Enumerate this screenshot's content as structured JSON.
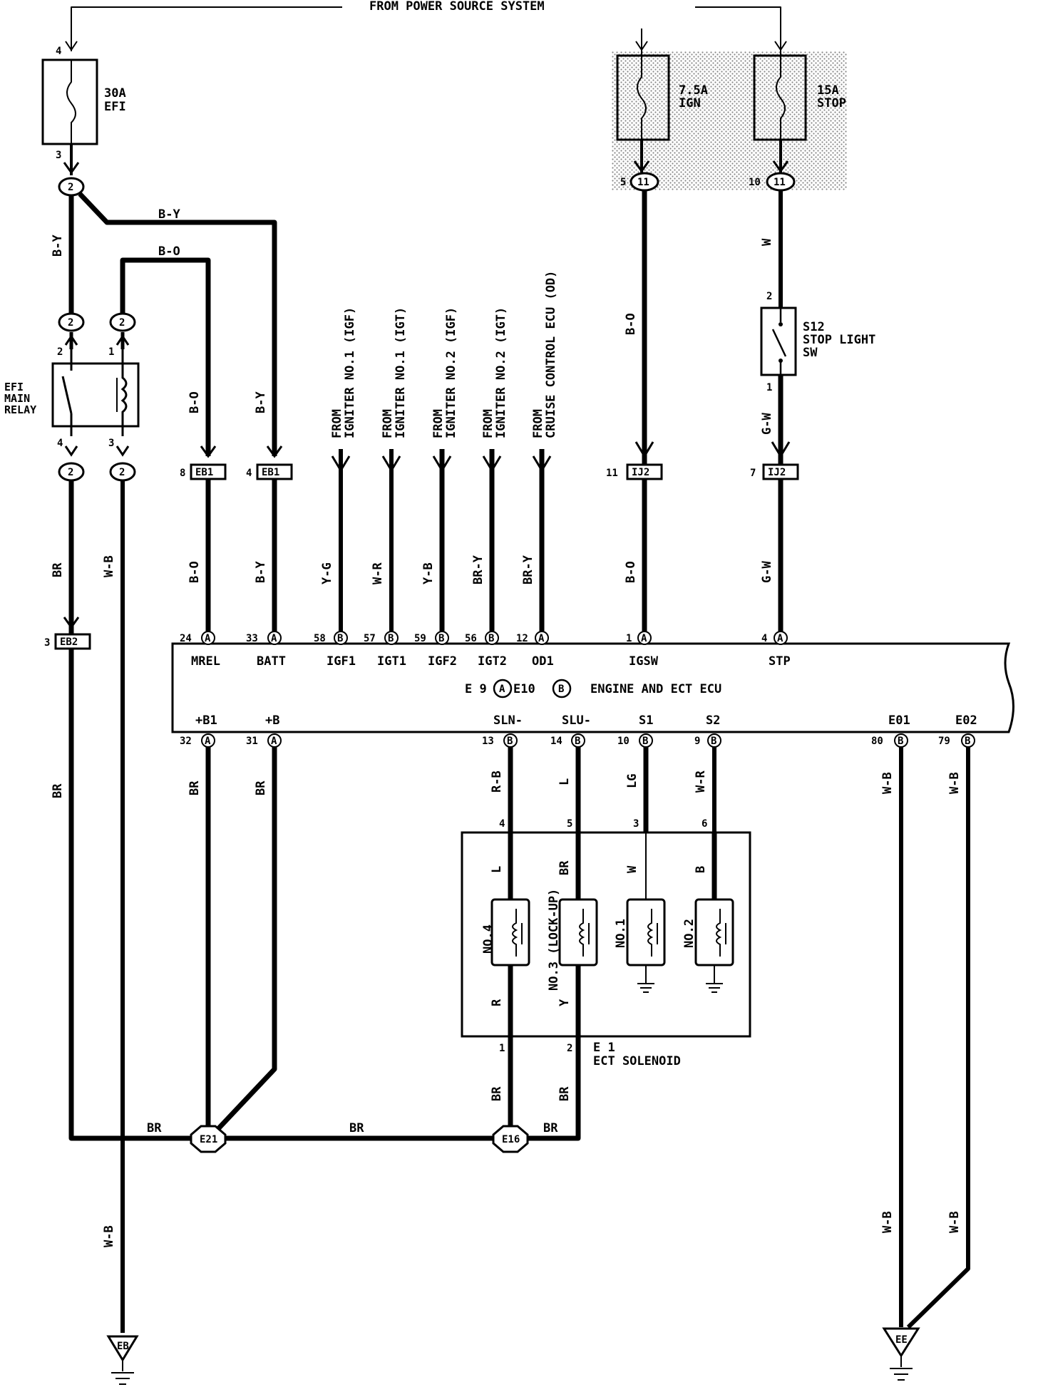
{
  "power_source": "FROM POWER SOURCE SYSTEM",
  "fuses": {
    "efi": {
      "rating": "30A",
      "name": "EFI",
      "pin_in": "4",
      "pin_out": "3"
    },
    "ign": {
      "rating": "7.5A",
      "name": "IGN"
    },
    "stop": {
      "rating": "15A",
      "name": "STOP"
    }
  },
  "connectors": {
    "jb2": "2",
    "ign_out": {
      "pin": "5",
      "conn": "11"
    },
    "stop_out": {
      "pin": "10",
      "conn": "11"
    },
    "eb1_a": {
      "pin": "8",
      "name": "EB1"
    },
    "eb1_b": {
      "pin": "4",
      "name": "EB1"
    },
    "eb2": {
      "pin": "3",
      "name": "EB2"
    },
    "ij2_a": {
      "pin": "11",
      "name": "IJ2"
    },
    "ij2_b": {
      "pin": "7",
      "name": "IJ2"
    }
  },
  "relay": {
    "name_line1": "EFI",
    "name_line2": "MAIN",
    "name_line3": "RELAY",
    "pins": [
      "2",
      "1",
      "4",
      "3"
    ]
  },
  "stop_switch": {
    "id": "S12",
    "name_line1": "STOP LIGHT",
    "name_line2": "SW",
    "pin_top": "2",
    "pin_bottom": "1"
  },
  "wire_colors": {
    "by": "B-Y",
    "bo": "B-O",
    "br": "BR",
    "wb": "W-B",
    "w": "W",
    "gw": "G-W",
    "yg": "Y-G",
    "wr": "W-R",
    "yb": "Y-B",
    "bry": "BR-Y",
    "rb": "R-B",
    "l": "L",
    "lg": "LG",
    "b": "B",
    "r": "R",
    "y": "Y"
  },
  "from_labels": [
    {
      "line1": "FROM",
      "line2": "IGNITER NO.1 (IGF)"
    },
    {
      "line1": "FROM",
      "line2": "IGNITER NO.1 (IGT)"
    },
    {
      "line1": "FROM",
      "line2": "IGNITER NO.2 (IGF)"
    },
    {
      "line1": "FROM",
      "line2": "IGNITER NO.2 (IGT)"
    },
    {
      "line1": "FROM",
      "line2": "CRUISE CONTROL ECU (OD)"
    }
  ],
  "ecu": {
    "title": "ENGINE AND ECT ECU",
    "ref_a": "E 9",
    "ref_b": "E10",
    "conn_a": "A",
    "conn_b": "B",
    "top_pins": [
      {
        "num": "24",
        "conn": "A",
        "name": "MREL"
      },
      {
        "num": "33",
        "conn": "A",
        "name": "BATT"
      },
      {
        "num": "58",
        "conn": "B",
        "name": "IGF1"
      },
      {
        "num": "57",
        "conn": "B",
        "name": "IGT1"
      },
      {
        "num": "59",
        "conn": "B",
        "name": "IGF2"
      },
      {
        "num": "56",
        "conn": "B",
        "name": "IGT2"
      },
      {
        "num": "12",
        "conn": "A",
        "name": "OD1"
      },
      {
        "num": "1",
        "conn": "A",
        "name": "IGSW"
      },
      {
        "num": "4",
        "conn": "A",
        "name": "STP"
      }
    ],
    "bottom_pins": [
      {
        "num": "32",
        "conn": "A",
        "name": "+B1"
      },
      {
        "num": "31",
        "conn": "A",
        "name": "+B"
      },
      {
        "num": "13",
        "conn": "B",
        "name": "SLN-"
      },
      {
        "num": "14",
        "conn": "B",
        "name": "SLU-"
      },
      {
        "num": "10",
        "conn": "B",
        "name": "S1"
      },
      {
        "num": "9",
        "conn": "B",
        "name": "S2"
      },
      {
        "num": "80",
        "conn": "B",
        "name": "E01"
      },
      {
        "num": "79",
        "conn": "B",
        "name": "E02"
      }
    ]
  },
  "solenoid": {
    "id": "E 1",
    "name": "ECT SOLENOID",
    "top_pins": [
      "4",
      "5",
      "3",
      "6"
    ],
    "bottom_pins": [
      "1",
      "2"
    ],
    "coils": [
      "NO.4",
      "NO.3 (LOCK-UP)",
      "NO.1",
      "NO.2"
    ]
  },
  "junctions": {
    "e21": "E21",
    "e16": "E16"
  },
  "grounds": {
    "eb": "EB",
    "ee": "EE"
  }
}
